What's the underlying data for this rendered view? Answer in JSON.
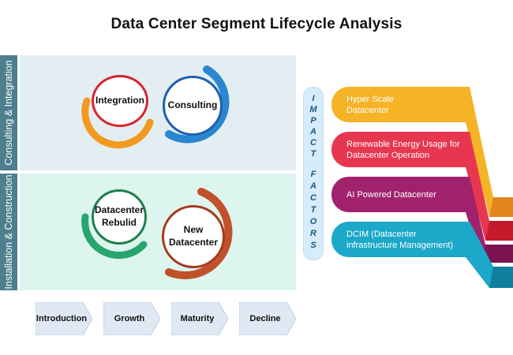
{
  "title": "Data Center Segment Lifecycle Analysis",
  "sections": [
    {
      "label": "Consulting & Integration",
      "label_bg": "#4d7f8e",
      "panel_bg": "#e3eef3",
      "items": [
        "Integration",
        "Consulting"
      ]
    },
    {
      "label": "Installation & Construction",
      "label_bg": "#4d7f8e",
      "panel_bg": "#dcf5ee",
      "items": [
        "Datacenter Rebulid",
        "New Datacenter"
      ]
    }
  ],
  "impact_label": {
    "line1": [
      "I",
      "M",
      "P",
      "A",
      "C",
      "T"
    ],
    "line2": [
      "F",
      "A",
      "C",
      "T",
      "O",
      "R",
      "S"
    ]
  },
  "factors": [
    {
      "text": "Hyper Scale Datacenter",
      "color": "#f5b326"
    },
    {
      "text": "Renewable Energy Usage for Datacenter Operation",
      "color": "#e73650"
    },
    {
      "text": "AI Powered Datacenter",
      "color": "#a1226c"
    },
    {
      "text": "DCIM (Datacenter infrastructure Management)",
      "color": "#1ca8c8"
    }
  ],
  "stages": [
    "Introduction",
    "Growth",
    "Maturity",
    "Decline"
  ],
  "colors": {
    "orange": "#f29a1f",
    "red": "#d9242e",
    "blue": "#2a87cf",
    "green": "#27a56e",
    "rust": "#c0512a"
  }
}
